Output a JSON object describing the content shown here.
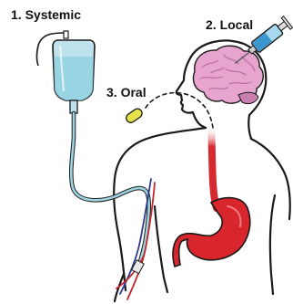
{
  "labels": {
    "systemic": "1. Systemic",
    "local": "2. Local",
    "oral": "3. Oral"
  },
  "colors": {
    "outline": "#1a1a1a",
    "iv_bag": "#bfe3ec",
    "iv_fluid": "#8fd0de",
    "tubing": "#9fd4e0",
    "brain": "#e7a4cf",
    "brain_shadow": "#c97fb0",
    "stomach": "#d8262c",
    "esophagus": "#d52a2f",
    "pill": "#e6e24a",
    "vein_blue": "#2a3b8f",
    "artery_red": "#c4262c",
    "syringe_barrel": "#a8d8ee",
    "syringe_fluid": "#3a98cf"
  },
  "icons": {
    "iv_bag": "iv-bag-icon",
    "syringe": "syringe-icon",
    "pill": "pill-icon",
    "brain": "brain-icon",
    "stomach": "stomach-icon"
  }
}
